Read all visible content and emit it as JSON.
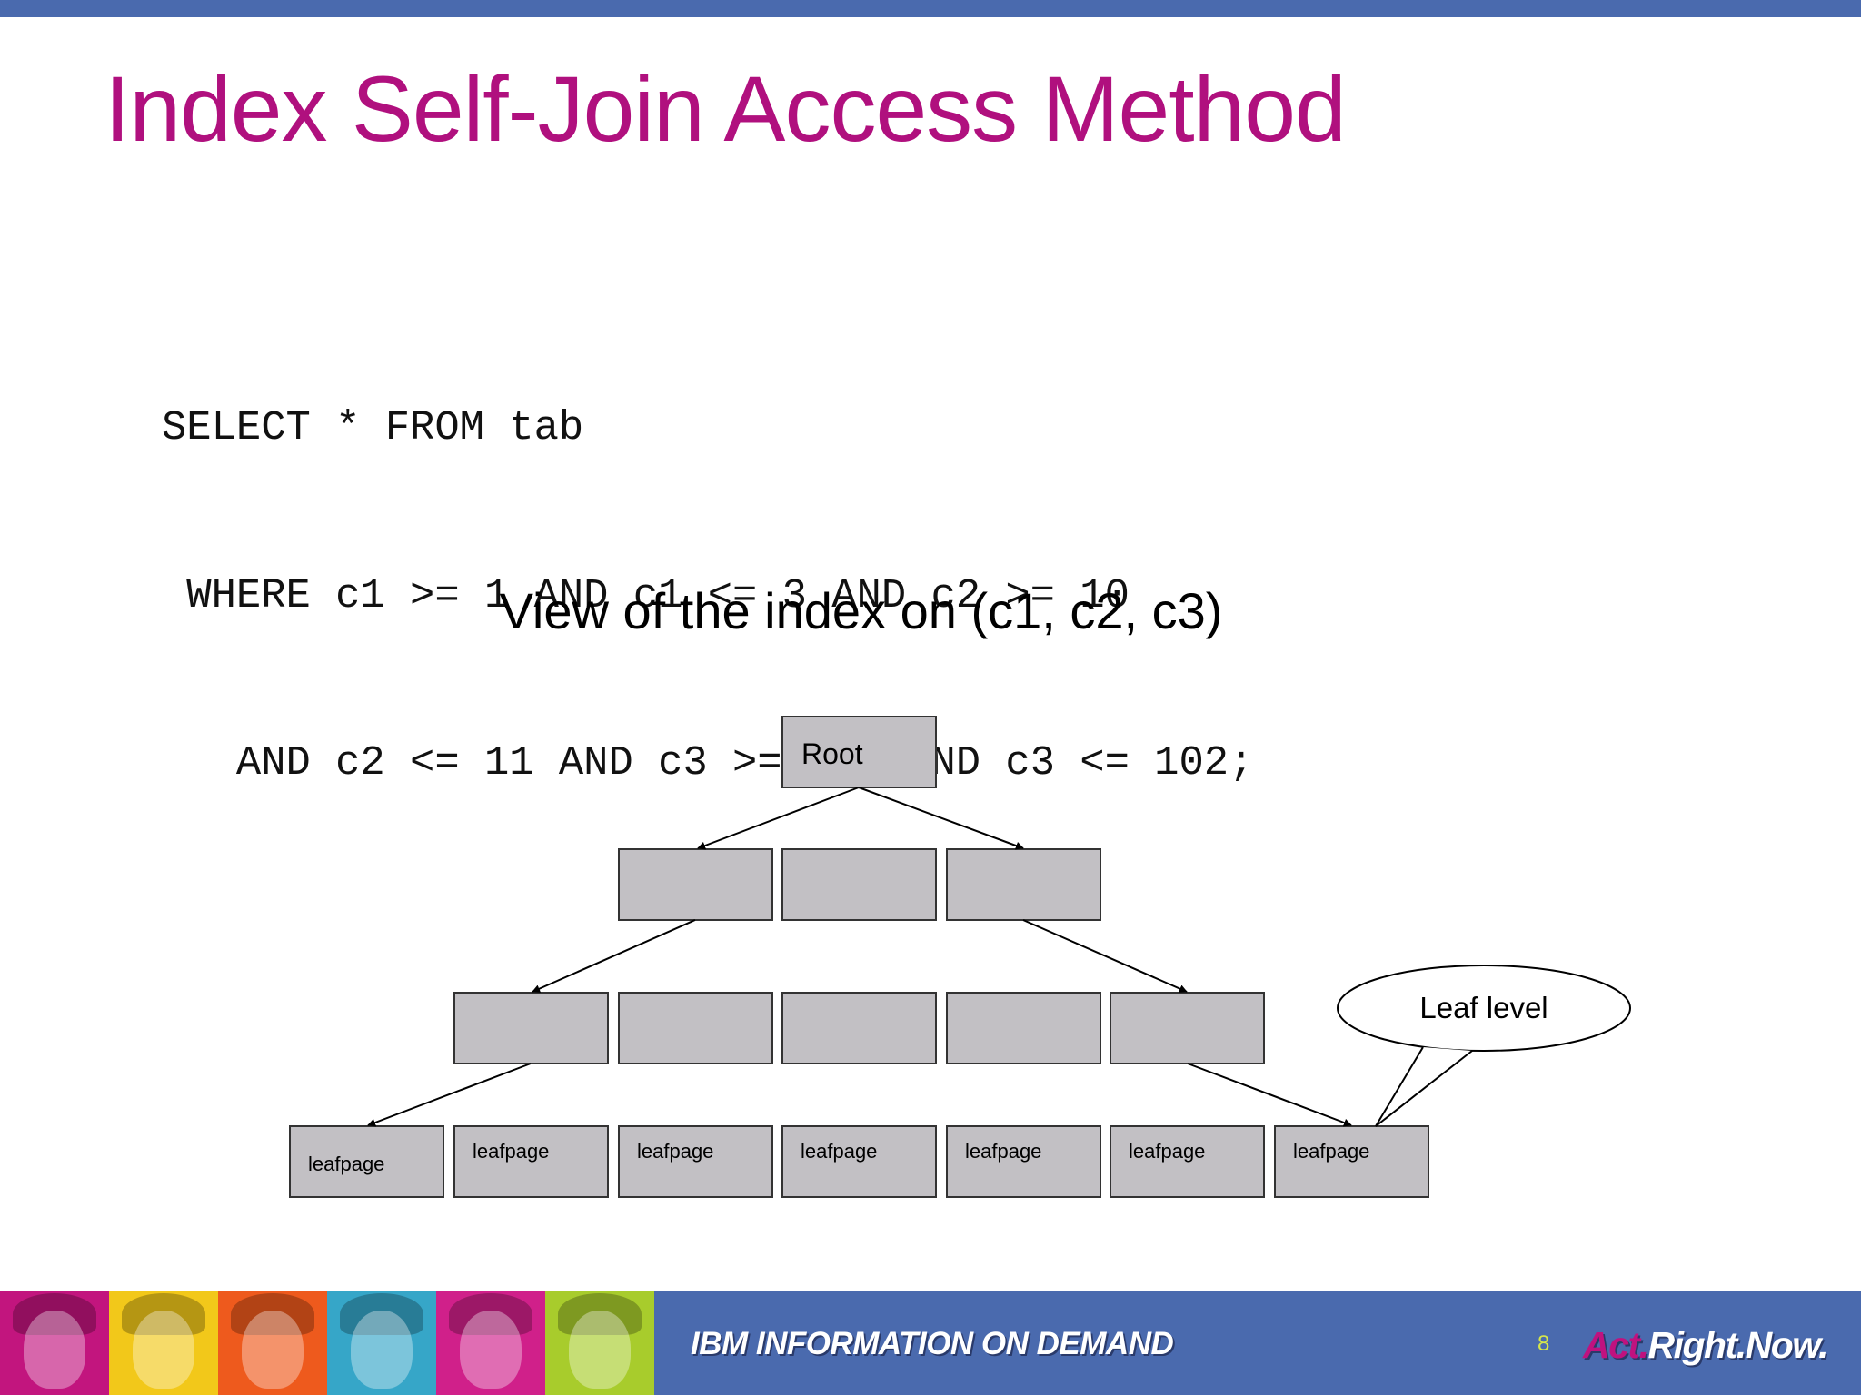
{
  "title": "Index Self-Join Access Method",
  "sql": {
    "lines": [
      "SELECT * FROM tab",
      " WHERE c1 >= 1 AND c1 <= 3 AND c2 >= 10",
      "   AND c2 <= 11 AND c3 >= 100 AND c3 <= 102;"
    ]
  },
  "diagram": {
    "caption": "View of the index on (c1, c2, c3)",
    "root_label": "Root",
    "leaf_labels": [
      "leafpage",
      "leafpage",
      "leafpage",
      "leafpage",
      "leafpage",
      "leafpage",
      "leafpage"
    ],
    "callout": "Leaf level"
  },
  "footer": {
    "brand": "IBM INFORMATION ON DEMAND",
    "page_number": "8",
    "slogan_part1": "Act.",
    "slogan_part2": "Right.",
    "slogan_part3": "Now."
  },
  "colors": {
    "title": "#b0107e",
    "bars": "#4a6aae",
    "node_fill": "#c2c0c4",
    "page_number": "#d6e64a"
  },
  "footer_photo_colors": [
    "#c2157e",
    "#f2c81a",
    "#ee5a1d",
    "#36a6c8",
    "#d0208a",
    "#a8cc2c"
  ]
}
